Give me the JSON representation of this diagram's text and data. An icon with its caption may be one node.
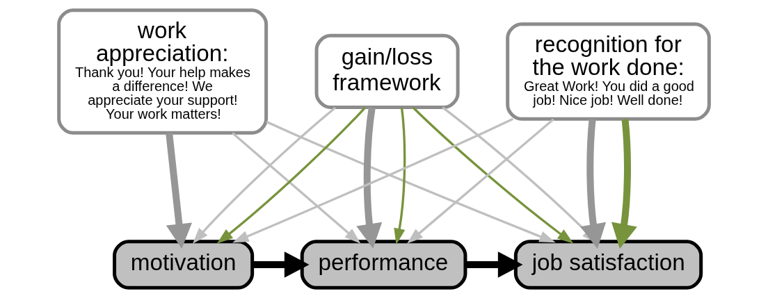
{
  "diagram": {
    "nodes": [
      {
        "text": [
          "work appreciation:",
          "Thank you! Your help makes a difference! We appreciate your support! Your work matters!"
        ]
      },
      {
        "text": [
          "gain/loss framework"
        ]
      },
      {
        "text": [
          "recognition for the work done:",
          "Great Work! You did a good job! Nice job! Well done!"
        ]
      },
      {
        "text": [
          "motivation"
        ]
      },
      {
        "text": [
          "performance"
        ]
      },
      {
        "text": [
          "job satisfaction"
        ]
      }
    ],
    "edges": [
      {
        "from": 0,
        "to": 3,
        "arrow": "to",
        "style": "thick",
        "color": "#969696"
      },
      {
        "from": 0,
        "to": 4,
        "arrow": "to"
      },
      {
        "from": 0,
        "to": 5,
        "arrow": "to"
      },
      {
        "from": 1,
        "to": 3,
        "arrow": "to"
      },
      {
        "from": 1,
        "to": 3,
        "arrow": "to",
        "color": "#77933c"
      },
      {
        "from": 1,
        "to": 4,
        "arrow": "to",
        "style": "thick",
        "color": "#969696"
      },
      {
        "from": 1,
        "to": 4,
        "arrow": "to",
        "color": "#77933c"
      },
      {
        "from": 1,
        "to": 5,
        "arrow": "to",
        "color": "#77933c"
      },
      {
        "from": 1,
        "to": 5,
        "arrow": "to"
      },
      {
        "from": 2,
        "to": 3,
        "arrow": "to"
      },
      {
        "from": 2,
        "to": 4,
        "arrow": "to"
      },
      {
        "from": 2,
        "to": 5,
        "arrow": "to",
        "style": "thick",
        "color": "#969696"
      },
      {
        "from": 2,
        "to": 5,
        "arrow": "to",
        "style": "thick",
        "color": "#77933c"
      },
      {
        "from": 3,
        "to": 4,
        "arrow": "to",
        "style": "thick",
        "color": "#000000"
      },
      {
        "from": 4,
        "to": 5,
        "arrow": "to",
        "style": "thick",
        "color": "#000000"
      }
    ]
  }
}
